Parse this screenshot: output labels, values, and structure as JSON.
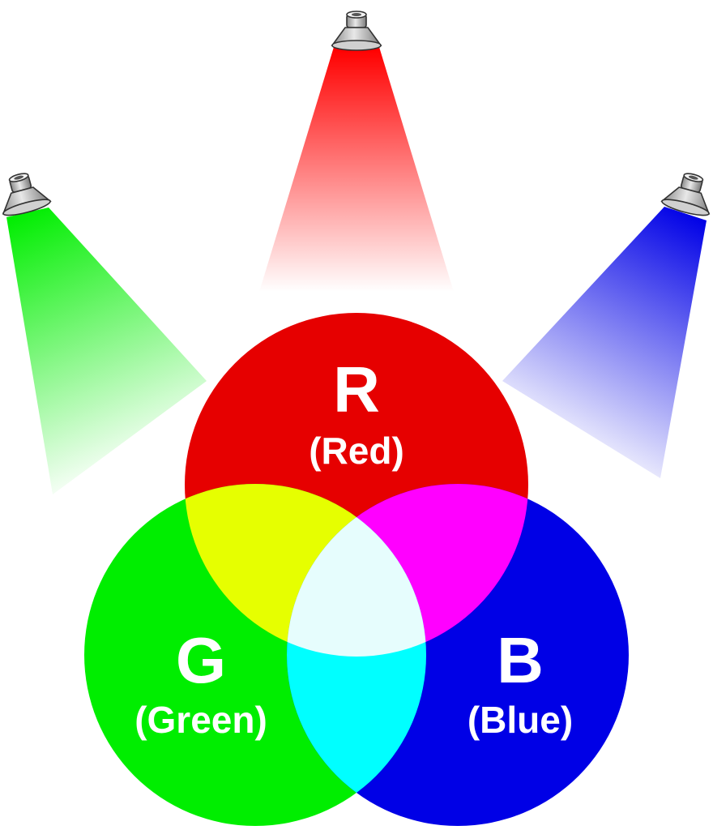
{
  "colors": {
    "red": "#e60000",
    "green": "#00ee00",
    "blue": "#0000e6",
    "yellow": "#e6ff00",
    "magenta": "#ff00ff",
    "cyan": "#00ffff",
    "white_center": "#e6fdfd",
    "lamp_body": "#b5b5b5"
  },
  "icons": [
    "spotlight-icon"
  ],
  "lights": {
    "red": {
      "letter": "R",
      "name": "(Red)"
    },
    "green": {
      "letter": "G",
      "name": "(Green)"
    },
    "blue": {
      "letter": "B",
      "name": "(Blue)"
    }
  }
}
